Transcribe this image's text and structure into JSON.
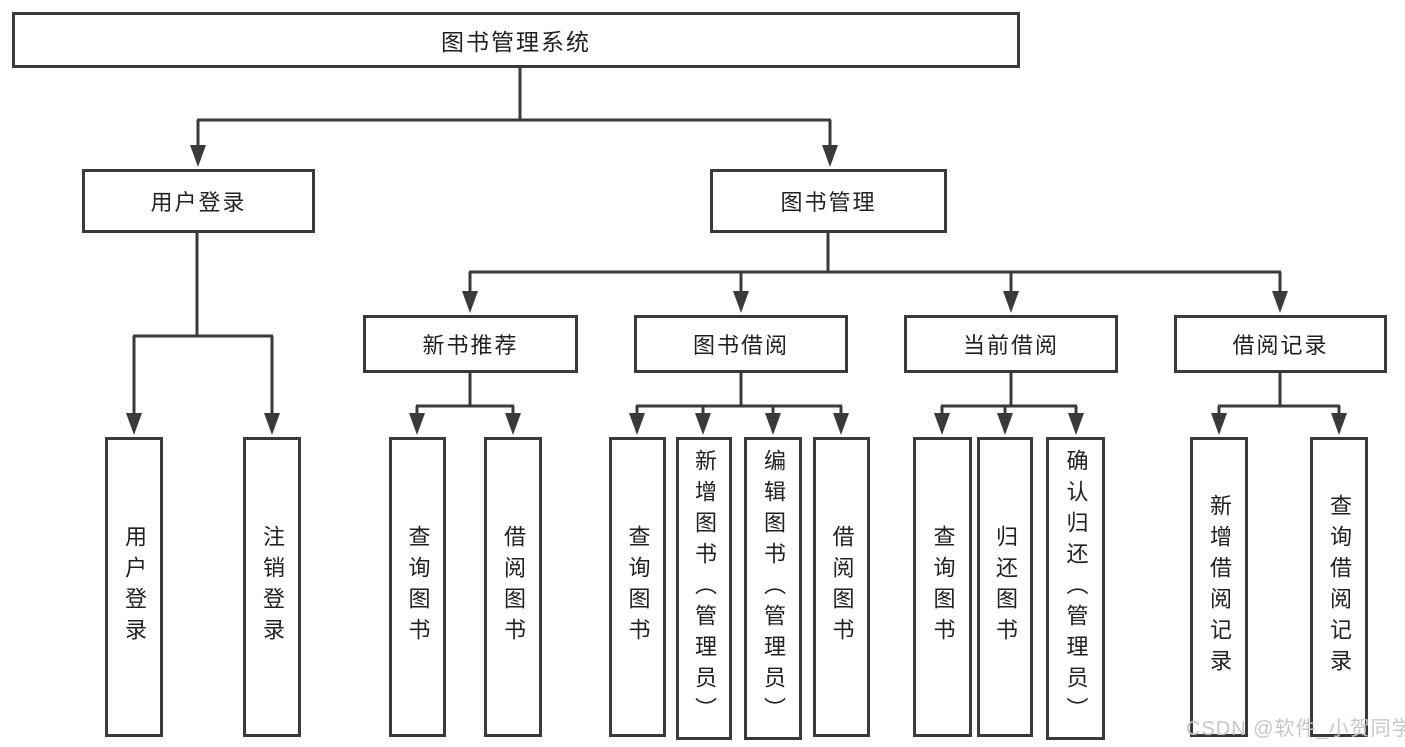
{
  "diagram": {
    "root": {
      "label": "图书管理系统"
    },
    "level2": [
      {
        "id": "user-login",
        "label": "用户登录"
      },
      {
        "id": "book-management",
        "label": "图书管理"
      }
    ],
    "level3": [
      {
        "id": "new-book-recommend",
        "parent": "图书管理",
        "label": "新书推荐"
      },
      {
        "id": "book-borrowing",
        "parent": "图书管理",
        "label": "图书借阅"
      },
      {
        "id": "current-borrowing",
        "parent": "图书管理",
        "label": "当前借阅"
      },
      {
        "id": "borrowing-records",
        "parent": "图书管理",
        "label": "借阅记录"
      }
    ],
    "leaves": [
      {
        "parent": "用户登录",
        "label": "用户登录"
      },
      {
        "parent": "用户登录",
        "label": "注销登录"
      },
      {
        "parent": "新书推荐",
        "label": "查询图书"
      },
      {
        "parent": "新书推荐",
        "label": "借阅图书"
      },
      {
        "parent": "图书借阅",
        "label": "查询图书"
      },
      {
        "parent": "图书借阅",
        "label": "新增图书（管理员）"
      },
      {
        "parent": "图书借阅",
        "label": "编辑图书（管理员）"
      },
      {
        "parent": "图书借阅",
        "label": "借阅图书"
      },
      {
        "parent": "当前借阅",
        "label": "查询图书"
      },
      {
        "parent": "当前借阅",
        "label": "归还图书"
      },
      {
        "parent": "当前借阅",
        "label": "确认归还（管理员）"
      },
      {
        "parent": "借阅记录",
        "label": "新增借阅记录"
      },
      {
        "parent": "借阅记录",
        "label": "查询借阅记录"
      }
    ]
  },
  "watermark": {
    "text": "CSDN @软件_小贺同学"
  },
  "colors": {
    "line": "#3a3a3a",
    "text": "#212121",
    "watermark": "#c6c6c6",
    "background": "#ffffff"
  }
}
